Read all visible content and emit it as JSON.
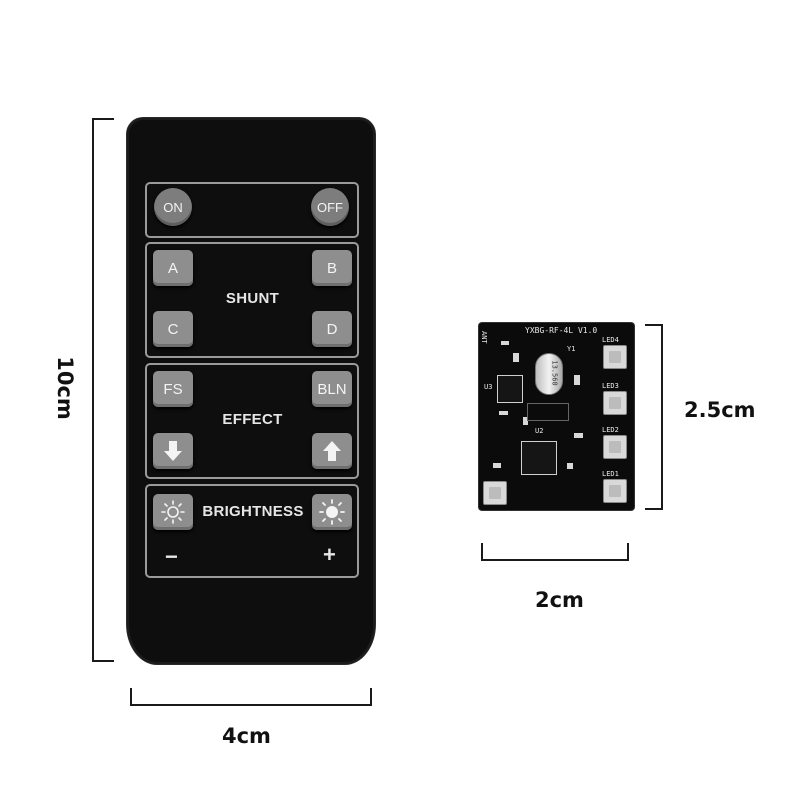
{
  "dimensions": {
    "remote_height": "10cm",
    "remote_width": "4cm",
    "board_height": "2.5cm",
    "board_width": "2cm"
  },
  "remote": {
    "power": {
      "on": "ON",
      "off": "OFF"
    },
    "shunt": {
      "label": "SHUNT",
      "a": "A",
      "b": "B",
      "c": "C",
      "d": "D"
    },
    "effect": {
      "label": "EFFECT",
      "fs": "FS",
      "bln": "BLN",
      "down_icon": "arrow-down-icon",
      "up_icon": "arrow-up-icon"
    },
    "brightness": {
      "label": "BRIGHTNESS",
      "minus": "−",
      "plus": "+",
      "icon": "sun-icon"
    }
  },
  "board": {
    "model": "YXBG-RF-4L V1.0",
    "ant": "ANT",
    "y1": "Y1",
    "u2": "U2",
    "u3": "U3",
    "led_labels": [
      "LED4",
      "LED3",
      "LED2",
      "LED1"
    ],
    "crystal_mark": "13.560"
  },
  "colors": {
    "remote_body": "#0e0e0e",
    "key": "#8e8e8e",
    "panel_border": "#9a9a9a",
    "pcb": "#0b0b0b"
  }
}
